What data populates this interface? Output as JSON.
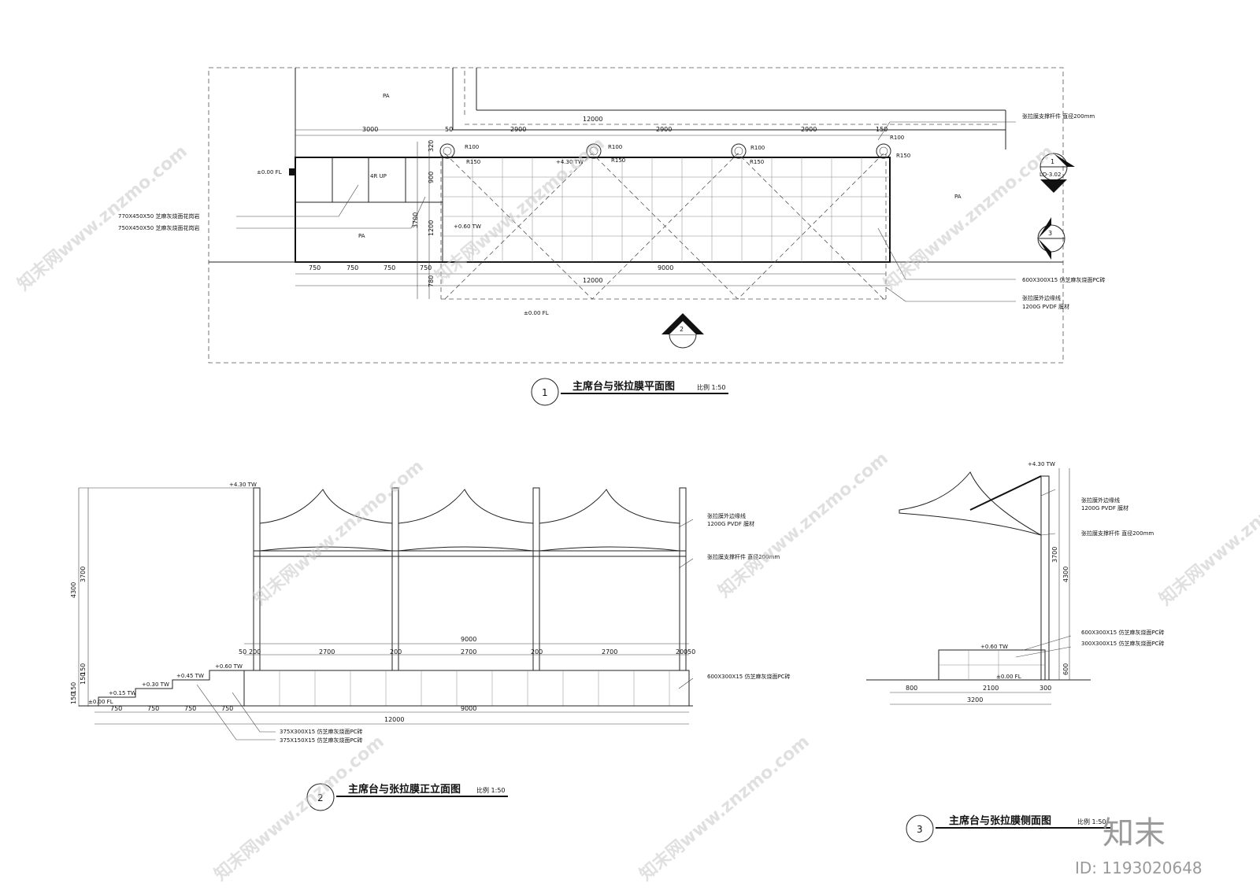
{
  "plan": {
    "title": "主席台与张拉膜平面图",
    "scale": "比例 1:50",
    "callout": "1",
    "dims_top": [
      "3000",
      "50",
      "2900",
      "2900",
      "2900",
      "150"
    ],
    "dim_total_top": "12000",
    "dims_vert": [
      "320",
      "900",
      "1200",
      "780",
      "3700"
    ],
    "dims_bottom": [
      "750",
      "750",
      "750",
      "750",
      "9000"
    ],
    "dim_total_bottom": "12000",
    "radii": [
      "R100",
      "R150",
      "R100",
      "R150",
      "R100",
      "R150",
      "R100",
      "R150"
    ],
    "levels": [
      "±0.00 FL",
      "+4.30 TW",
      "+0.60 TW",
      "±0.00 FL"
    ],
    "stair": "4R UP",
    "zones": [
      "PA",
      "PA",
      "PA"
    ],
    "notes_left": [
      "770X450X50 芝麻灰烧面花岗岩",
      "750X450X50 芝麻灰烧面花岗岩"
    ],
    "notes_right": [
      "张拉膜支撑杆件 直径200mm",
      "600X300X15 仿芝麻灰烧面PC砖",
      "张拉膜外边缘线",
      "1200G PVDF 膜材"
    ],
    "section_ref": {
      "number": "1",
      "sheet": "LD-3.02"
    },
    "elev_ref_3": "3",
    "elev_ref_2": "2"
  },
  "front": {
    "title": "主席台与张拉膜正立面图",
    "scale": "比例 1:50",
    "callout": "2",
    "levels": [
      "+4.30 TW",
      "+0.60 TW",
      "+0.45 TW",
      "+0.30 TW",
      "+0.15 TW",
      "±0.00 FL"
    ],
    "dims_vert": [
      "4300",
      "3700",
      "150",
      "150",
      "150",
      "150"
    ],
    "dims_top": [
      "50",
      "200",
      "2700",
      "200",
      "2700",
      "200",
      "2700",
      "200",
      "50"
    ],
    "dim_span": "9000",
    "dims_bottom": [
      "750",
      "750",
      "750",
      "750",
      "9000"
    ],
    "dim_total": "12000",
    "notes": [
      "张拉膜外边缘线",
      "1200G PVDF 膜材",
      "张拉膜支撑杆件 直径200mm",
      "600X300X15 仿芝麻灰烧面PC砖",
      "375X300X15 仿芝麻灰烧面PC砖",
      "375X150X15 仿芝麻灰烧面PC砖"
    ]
  },
  "side": {
    "title": "主席台与张拉膜侧面图",
    "scale": "比例 1:50",
    "callout": "3",
    "levels": [
      "+4.30 TW",
      "+0.60 TW",
      "±0.00 FL"
    ],
    "dims_vert": [
      "3700",
      "4300",
      "600"
    ],
    "dims_bottom": [
      "800",
      "2100",
      "300"
    ],
    "dim_total": "3200",
    "notes": [
      "张拉膜外边缘线",
      "1200G PVDF 膜材",
      "张拉膜支撑杆件 直径200mm",
      "600X300X15 仿芝麻灰烧面PC砖",
      "300X300X15 仿芝麻灰烧面PC砖"
    ]
  },
  "watermark": {
    "text": "知末网www.znzmo.com",
    "brand": "知末",
    "id": "ID: 1193020648"
  }
}
